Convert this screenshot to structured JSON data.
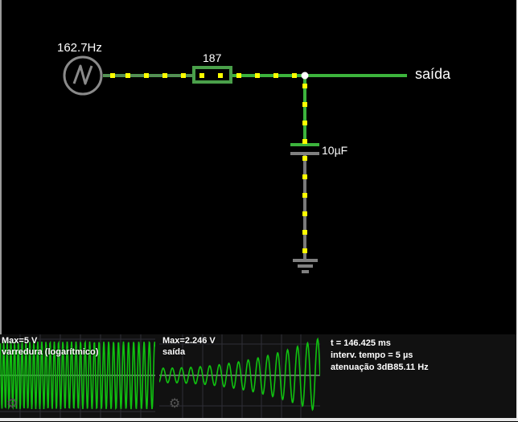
{
  "app": "Circuit simulator",
  "circuit": {
    "source": {
      "type": "ac-voltage-source",
      "frequency_label": "162.7Hz"
    },
    "resistor": {
      "value_label": "187"
    },
    "capacitor": {
      "value_label": "10µF"
    },
    "output": {
      "label": "saída"
    },
    "ground": {
      "type": "ground"
    },
    "colors": {
      "wire_active": "#3cb43c",
      "wire_inactive": "#808080",
      "current_dots": "#ffff00",
      "node": "#ffffff"
    }
  },
  "scopes": [
    {
      "max_label": "Max=5 V",
      "name_label": "varredura (logarítmico)",
      "settings_icon": "gear-icon"
    },
    {
      "max_label": "Max=2.246 V",
      "name_label": "saída",
      "settings_icon": "gear-icon"
    }
  ],
  "info": {
    "time": "t = 146.425 ms",
    "timestep": "interv. tempo = 5 µs",
    "cutoff": "atenuação 3dB85.11 Hz"
  },
  "colors": {
    "trace": "#10c010",
    "panel_bg": "#111111",
    "grid": "#2e2e36",
    "axis": "#8c8c8c"
  }
}
